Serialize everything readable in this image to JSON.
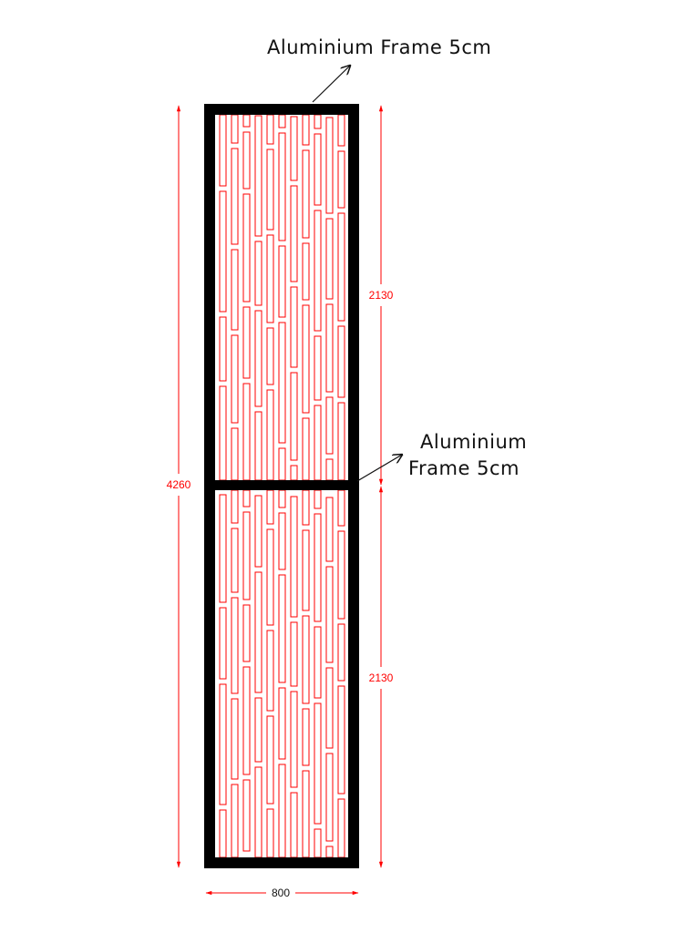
{
  "annotations": {
    "top_frame_label": "Aluminium Frame 5cm",
    "middle_frame_label_line1": "Aluminium",
    "middle_frame_label_line2": "Frame 5cm"
  },
  "dimensions": {
    "total_height": "4260",
    "upper_panel_height": "2130",
    "lower_panel_height": "2130",
    "width": "800"
  },
  "panel": {
    "frame_thickness": "5cm",
    "pattern": "vertical slot fretwork"
  },
  "colors": {
    "frame": "#000000",
    "pattern": "#ff0000",
    "dimension": "#ff0000",
    "annotation_text": "#111111"
  }
}
